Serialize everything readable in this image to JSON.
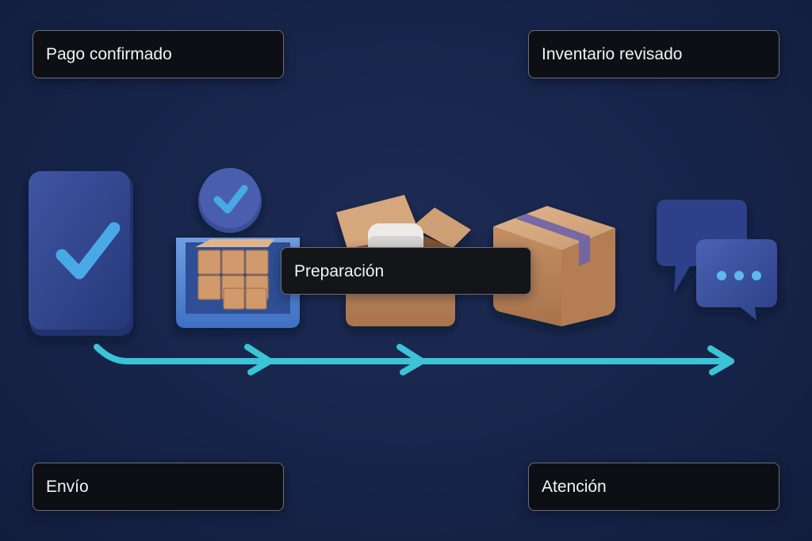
{
  "labels": {
    "top_left": "Pago confirmado",
    "top_right": "Inventario revisado",
    "middle": "Preparación",
    "bottom_left": "Envío",
    "bottom_right": "Atención"
  },
  "icons": [
    "payment-check-card-icon",
    "inventory-bin-icon",
    "open-box-icon",
    "sealed-box-icon",
    "chat-bubbles-icon"
  ],
  "colors": {
    "background": "#17244a",
    "flow_arrow": "#3cc3d6",
    "check_mark": "#49a9e6",
    "cardboard": "#c9956a",
    "icon_blue": "#33468c",
    "label_bg": "#0d0f14"
  }
}
